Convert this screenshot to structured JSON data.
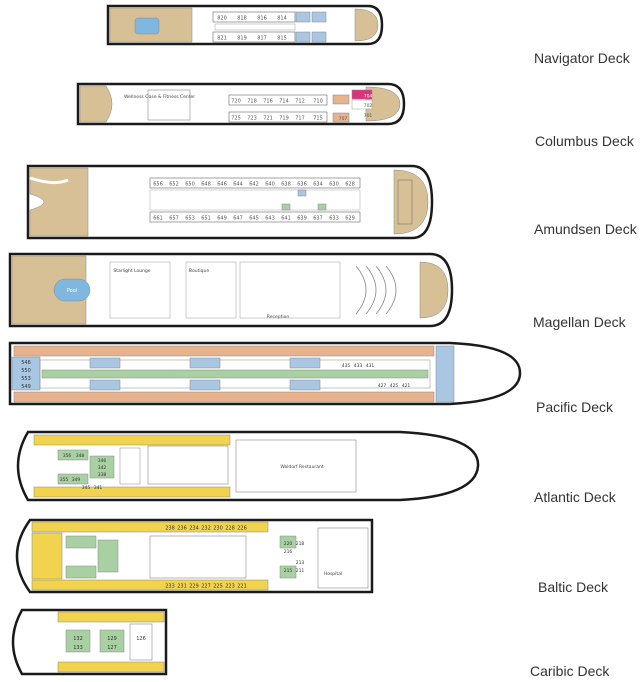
{
  "colors": {
    "hull": "#1a1a1a",
    "teak": "#d8c096",
    "cabin_orange": "#e7b28c",
    "cabin_blue": "#a9c6e2",
    "cabin_green": "#a9d0a2",
    "cabin_yellow": "#f1d34e",
    "suite_pink": "#d9347b",
    "pool": "#7fb7df",
    "line": "#666666"
  },
  "decks": [
    {
      "name": "Navigator Deck",
      "cabins_top": [
        "820",
        "818",
        "816",
        "814"
      ],
      "cabins_bottom": [
        "821",
        "819",
        "817",
        "815"
      ]
    },
    {
      "name": "Columbus Deck",
      "areas": [
        "Wellness Oase & Fitness Center"
      ],
      "cabins_top": [
        "720",
        "718",
        "716",
        "714",
        "712",
        "710"
      ],
      "cabins_bottom": [
        "725",
        "723",
        "721",
        "719",
        "717",
        "715"
      ],
      "cabins_fore": [
        "704",
        "702",
        "701",
        "707"
      ]
    },
    {
      "name": "Amundsen Deck",
      "cabins_top": [
        "656",
        "652",
        "650",
        "648",
        "646",
        "644",
        "642",
        "640",
        "638",
        "636",
        "634",
        "630",
        "628"
      ],
      "cabins_bottom": [
        "661",
        "657",
        "653",
        "651",
        "649",
        "647",
        "645",
        "643",
        "641",
        "639",
        "637",
        "633",
        "629"
      ]
    },
    {
      "name": "Magellan Deck",
      "areas": [
        "Pool",
        "Starlight Lounge",
        "Boutique",
        "Reception"
      ]
    },
    {
      "name": "Pacific Deck",
      "cabins_aft": [
        "546",
        "550",
        "553",
        "549"
      ],
      "cabins_mid": [
        "435",
        "433",
        "431",
        "427",
        "425",
        "421"
      ]
    },
    {
      "name": "Atlantic Deck",
      "areas": [
        "Waldorf Restaurant"
      ],
      "cabins_top": [
        "356",
        "348"
      ],
      "cabins_mid": [
        "346",
        "342",
        "338"
      ],
      "cabins_bottom": [
        "355",
        "349",
        "345",
        "341"
      ]
    },
    {
      "name": "Baltic Deck",
      "areas": [
        "Hospital"
      ],
      "cabins_top": [
        "238",
        "236",
        "234",
        "232",
        "230",
        "228",
        "226"
      ],
      "cabins_bottom": [
        "233",
        "231",
        "229",
        "227",
        "225",
        "223",
        "221"
      ],
      "cabins_side": [
        "220",
        "218",
        "216",
        "215",
        "211",
        "213"
      ]
    },
    {
      "name": "Caribic Deck",
      "cabins_top": [
        "132",
        "129",
        "126"
      ],
      "cabins_bottom": [
        "133",
        "127"
      ]
    }
  ]
}
